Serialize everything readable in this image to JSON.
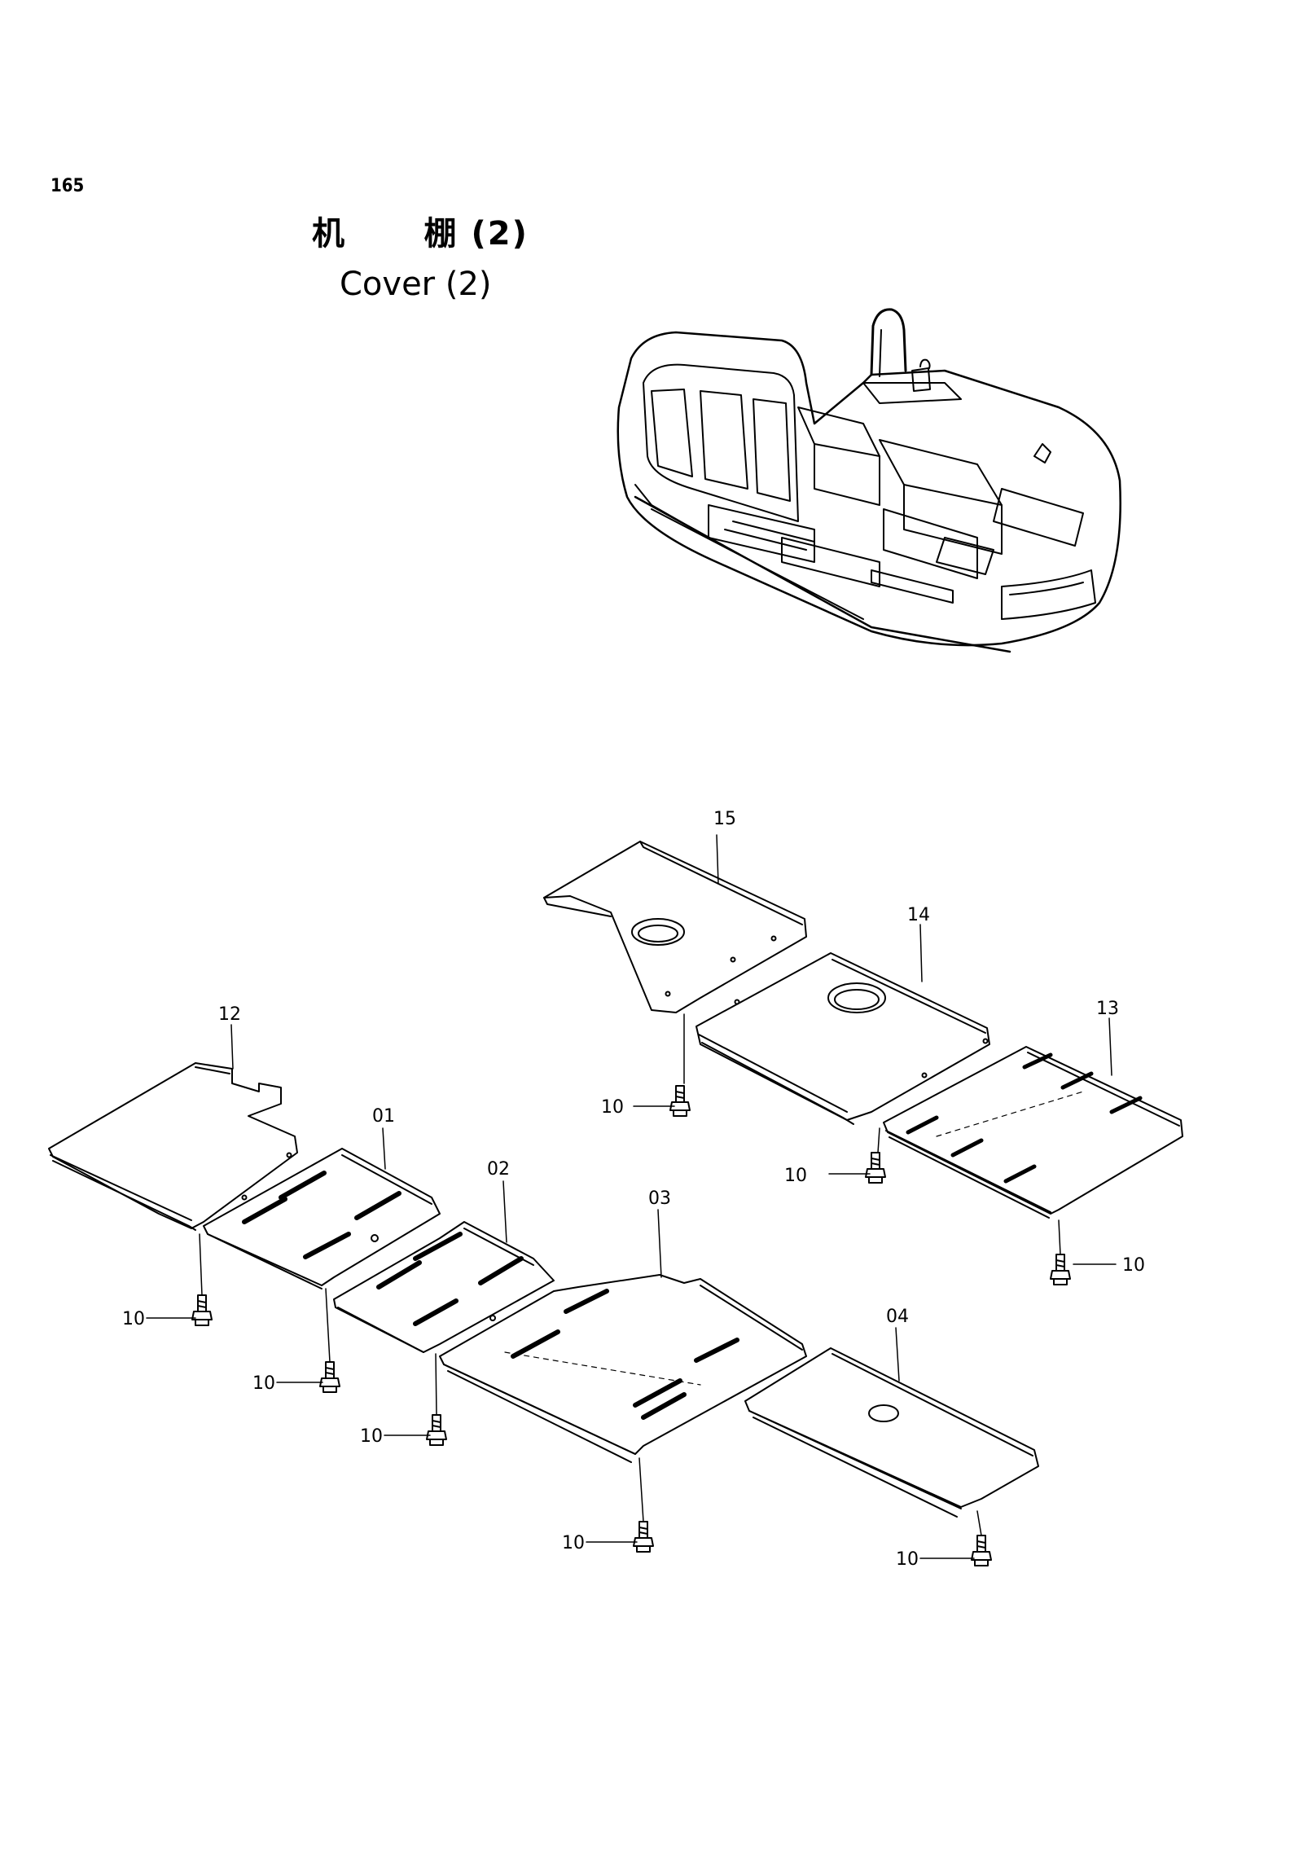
{
  "page_number": "165",
  "title_cn": "机      棚 (2)",
  "title_en": "Cover (2)",
  "callouts": [
    {
      "id": "part-15",
      "text": "15"
    },
    {
      "id": "part-14",
      "text": "14"
    },
    {
      "id": "part-13",
      "text": "13"
    },
    {
      "id": "part-12",
      "text": "12"
    },
    {
      "id": "part-01",
      "text": "01"
    },
    {
      "id": "part-02",
      "text": "02"
    },
    {
      "id": "part-03",
      "text": "03"
    },
    {
      "id": "part-04",
      "text": "04"
    },
    {
      "id": "bolt-a",
      "text": "10"
    },
    {
      "id": "bolt-b",
      "text": "10"
    },
    {
      "id": "bolt-c",
      "text": "10"
    },
    {
      "id": "bolt-d",
      "text": "10"
    },
    {
      "id": "bolt-e",
      "text": "10"
    },
    {
      "id": "bolt-f",
      "text": "10"
    },
    {
      "id": "bolt-g",
      "text": "10"
    },
    {
      "id": "bolt-h",
      "text": "10"
    }
  ]
}
